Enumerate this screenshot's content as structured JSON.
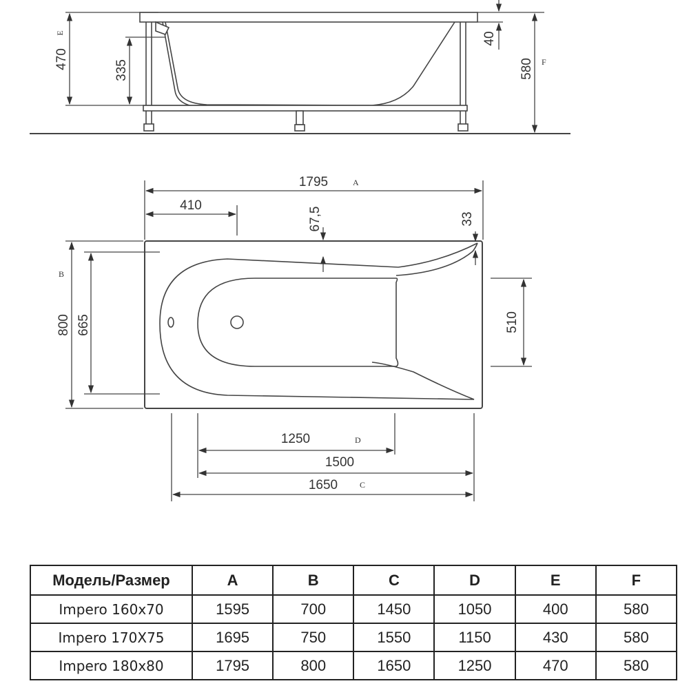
{
  "side_view": {
    "dims": {
      "h470": "470",
      "h335": "335",
      "h40": "40",
      "h580": "580"
    },
    "labels": {
      "E": "E",
      "F": "F"
    }
  },
  "top_view": {
    "dims": {
      "w1795": "1795",
      "w410": "410",
      "d67_5": "67,5",
      "d33": "33",
      "h800": "800",
      "h665": "665",
      "h510": "510",
      "w1250": "1250",
      "w1500": "1500",
      "w1650": "1650"
    },
    "labels": {
      "A": "A",
      "B": "B",
      "C": "C",
      "D": "D"
    }
  },
  "table": {
    "headers": [
      "Модель/Размер",
      "A",
      "B",
      "C",
      "D",
      "E",
      "F"
    ],
    "rows": [
      [
        "Impero 160x70",
        "1595",
        "700",
        "1450",
        "1050",
        "400",
        "580"
      ],
      [
        "Impero 170X75",
        "1695",
        "750",
        "1550",
        "1150",
        "430",
        "580"
      ],
      [
        "Impero 180x80",
        "1795",
        "800",
        "1650",
        "1250",
        "470",
        "580"
      ]
    ]
  }
}
